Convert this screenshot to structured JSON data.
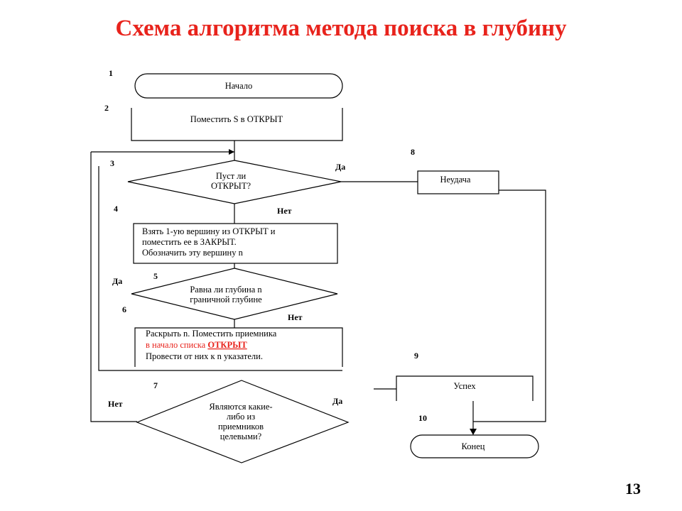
{
  "slide": {
    "title": "Схема алгоритма метода поиска в глубину",
    "page_number": "13"
  },
  "nodes": {
    "start": "Начало",
    "put_s": "Поместить S в ОТКРЫТ",
    "is_open_empty": [
      "Пуст ли",
      "ОТКРЫТ?"
    ],
    "take_first": [
      "Взять 1-ую вершину из ОТКРЫТ и",
      "поместить ее в ЗАКРЫТ.",
      "Обозначить эту вершину n"
    ],
    "depth_check": [
      "Равна ли глубина n",
      "граничной глубине"
    ],
    "expand": {
      "line1": "Раскрыть n. Поместить приемника",
      "line2_prefix": "в начало списка ",
      "line2_open": "ОТКРЫТ",
      "line3": "Провести от них к n указатели."
    },
    "targets_check": [
      "Являются какие-",
      "либо из",
      "приемников",
      "целевыми?"
    ],
    "failure": "Неудача",
    "success": "Успех",
    "end": "Конец"
  },
  "step_numbers": [
    "1",
    "2",
    "3",
    "4",
    "5",
    "6",
    "7",
    "8",
    "9",
    "10"
  ],
  "branch_labels": {
    "yes": "Да",
    "no": "Нет"
  },
  "colors": {
    "title": "#e8231c",
    "highlight_text": "#e8231c",
    "lines": "#000000"
  }
}
